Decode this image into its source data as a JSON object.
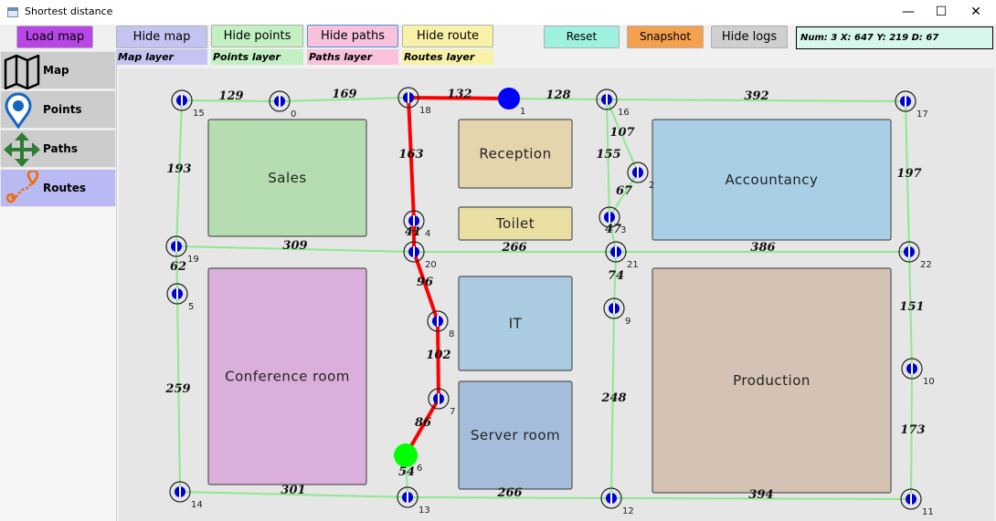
{
  "window": {
    "title": "Shortest distance",
    "minimize_glyph": "—",
    "maximize_glyph": "☐",
    "close_glyph": "✕"
  },
  "toolbar": {
    "load_map": "Load map",
    "hide_map": "Hide map",
    "hide_points": "Hide points",
    "hide_paths": "Hide paths",
    "hide_route": "Hide route",
    "reset": "Reset",
    "snapshot": "Snapshot",
    "hide_logs": "Hide logs",
    "log_text": "Num: 3  X: 647  Y: 219  D: 67"
  },
  "layers": {
    "map": "Map layer",
    "points": "Points layer",
    "paths": "Paths layer",
    "routes": "Routes layer"
  },
  "sidebar": {
    "items": [
      {
        "label": "Map",
        "icon": "map-icon"
      },
      {
        "label": "Points",
        "icon": "location-pin-icon"
      },
      {
        "label": "Paths",
        "icon": "move-arrows-icon"
      },
      {
        "label": "Routes",
        "icon": "route-icon"
      }
    ],
    "active": "Routes"
  },
  "colors": {
    "path": "#8ee88e",
    "route": "#ff0000",
    "route_start": "#0000ff",
    "route_end": "#00ff00",
    "point_fill": "#0000cc",
    "load_map_bg": "#b845e6",
    "hide_map_bg": "#c4c4f2",
    "hide_points_bg": "#c2f0c2",
    "hide_paths_bg": "#f8c2dc",
    "hide_route_bg": "#f7f2a8",
    "reset_bg": "#9ef0e0",
    "snapshot_bg": "#f5a04c",
    "hide_logs_bg": "#cfcfcf"
  },
  "rooms": [
    {
      "name": "Sales",
      "color": "#b6ddb2"
    },
    {
      "name": "Reception",
      "color": "#e4d5ad"
    },
    {
      "name": "Toilet",
      "color": "#eadfa2"
    },
    {
      "name": "Accountancy",
      "color": "#a9cfe6"
    },
    {
      "name": "Conference room",
      "color": "#dbafdb"
    },
    {
      "name": "IT",
      "color": "#abcbe0"
    },
    {
      "name": "Server room",
      "color": "#a6bcdb"
    },
    {
      "name": "Production",
      "color": "#d4c3b4"
    }
  ],
  "points": [
    "0",
    "1",
    "2",
    "3",
    "4",
    "5",
    "6",
    "7",
    "8",
    "9",
    "10",
    "11",
    "12",
    "13",
    "14",
    "15",
    "16",
    "17",
    "18",
    "19",
    "20",
    "21",
    "22"
  ],
  "edges": [
    {
      "a": "15",
      "b": "0",
      "d": "129"
    },
    {
      "a": "0",
      "b": "18",
      "d": "169"
    },
    {
      "a": "18",
      "b": "1",
      "d": "132"
    },
    {
      "a": "1",
      "b": "16",
      "d": "128"
    },
    {
      "a": "16",
      "b": "17",
      "d": "392"
    },
    {
      "a": "15",
      "b": "19",
      "d": "193"
    },
    {
      "a": "18",
      "b": "4",
      "d": "163"
    },
    {
      "a": "16",
      "b": "2",
      "d": "107"
    },
    {
      "a": "16",
      "b": "3",
      "d": "155"
    },
    {
      "a": "2",
      "b": "3",
      "d": "67"
    },
    {
      "a": "17",
      "b": "22",
      "d": "197"
    },
    {
      "a": "4",
      "b": "20",
      "d": "41"
    },
    {
      "a": "3",
      "b": "21",
      "d": "47"
    },
    {
      "a": "19",
      "b": "20",
      "d": "309"
    },
    {
      "a": "20",
      "b": "21",
      "d": "266"
    },
    {
      "a": "21",
      "b": "22",
      "d": "386"
    },
    {
      "a": "19",
      "b": "5",
      "d": "62"
    },
    {
      "a": "20",
      "b": "8",
      "d": "96"
    },
    {
      "a": "21",
      "b": "9",
      "d": "74"
    },
    {
      "a": "22",
      "b": "10",
      "d": "151"
    },
    {
      "a": "8",
      "b": "7",
      "d": "102"
    },
    {
      "a": "5",
      "b": "14",
      "d": "259"
    },
    {
      "a": "9",
      "b": "12",
      "d": "248"
    },
    {
      "a": "10",
      "b": "11",
      "d": "173"
    },
    {
      "a": "7",
      "b": "6",
      "d": "86"
    },
    {
      "a": "6",
      "b": "13",
      "d": "54"
    },
    {
      "a": "14",
      "b": "13",
      "d": "301"
    },
    {
      "a": "13",
      "b": "12",
      "d": "266"
    },
    {
      "a": "12",
      "b": "11",
      "d": "394"
    }
  ],
  "route": [
    "1",
    "18",
    "4",
    "20",
    "8",
    "7",
    "6"
  ]
}
